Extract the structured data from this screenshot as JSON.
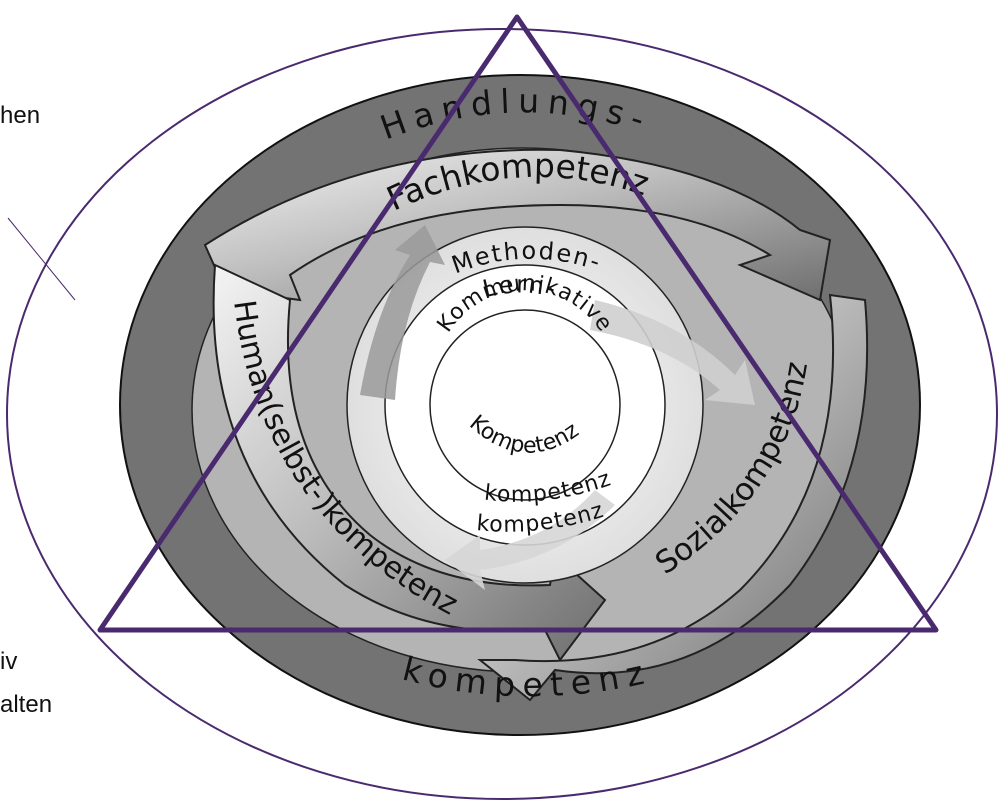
{
  "left_fragments": {
    "top": "hen",
    "bottom_1": "iv",
    "bottom_2": "alten"
  },
  "outer_ring": {
    "top": "Handlungs-",
    "bottom": "kompetenz"
  },
  "arrows": {
    "top": "Fachkompetenz",
    "left": "Human(selbst-)kompetenz",
    "right": "Sozialkompetenz"
  },
  "inner": {
    "line1": "Methoden-",
    "line2": "Lern-",
    "core_top": "Kommunikative",
    "core_bottom": "Kompetenz",
    "below1": "kompetenz",
    "below2": "kompetenz"
  },
  "colors": {
    "frame": "#4a2a6e",
    "outer_ring": "#737373",
    "stroke": "#111111"
  }
}
